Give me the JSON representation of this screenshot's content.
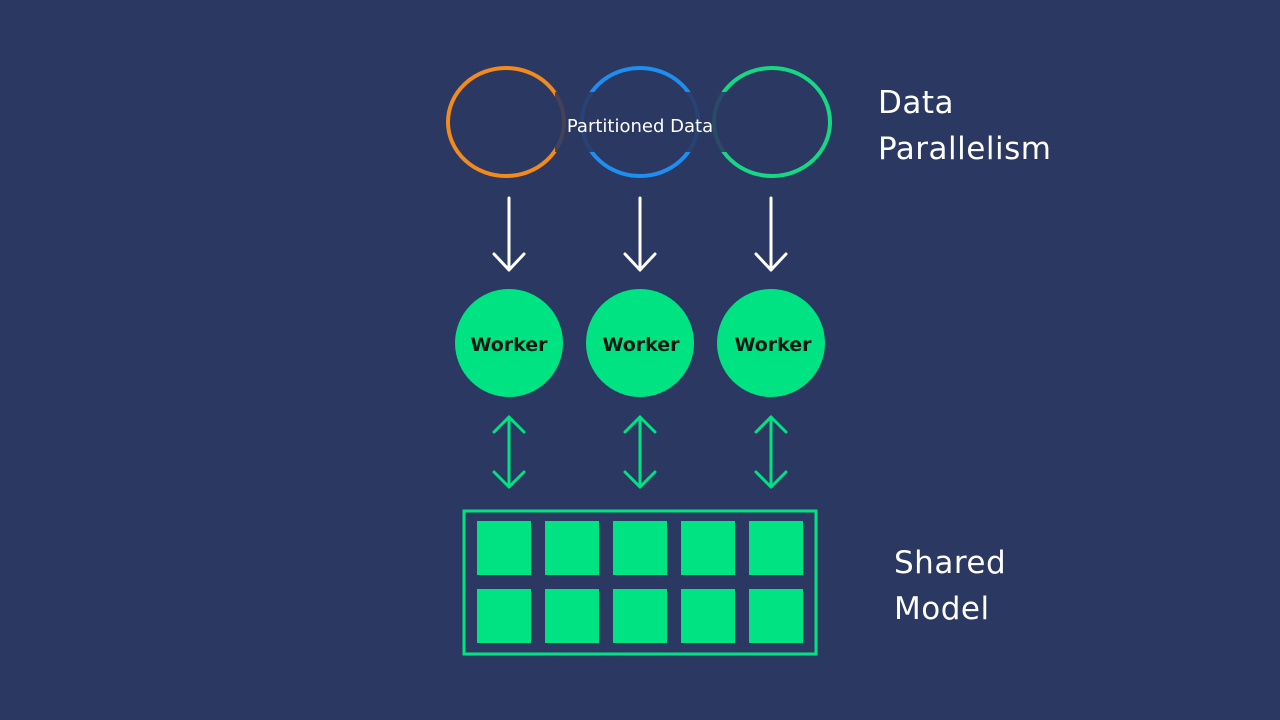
{
  "diagram": {
    "partitioned_label": "Partitioned Data",
    "partition_colors": [
      "#f28a1e",
      "#1e8ff0",
      "#16d883"
    ],
    "workers": [
      {
        "label": "Worker"
      },
      {
        "label": "Worker"
      },
      {
        "label": "Worker"
      }
    ],
    "title_right_top": [
      "Data",
      "Parallelism"
    ],
    "title_right_bottom": [
      "Shared",
      "Model"
    ],
    "shared_model_grid": {
      "rows": 2,
      "cols": 5
    },
    "colors": {
      "background": "#2b3862",
      "accent": "#00e383",
      "arrow_down": "#ffffff",
      "worker_text": "#0d1a14"
    }
  }
}
